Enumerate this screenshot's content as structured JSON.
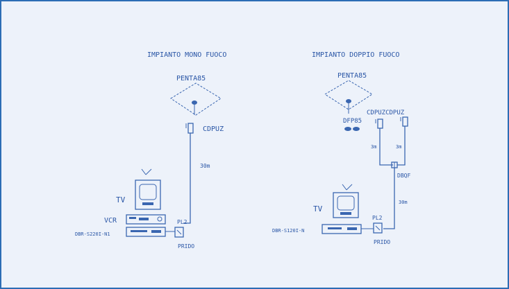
{
  "colors": {
    "ink": "#2a56a6",
    "border": "#2c6db5",
    "background": "#edf2fa"
  },
  "mono": {
    "title": "IMPIANTO MONO FUOCO",
    "dish": "PENTA85",
    "lnb": "CDPUZ",
    "cable": "30m",
    "tv": "TV",
    "vcr": "VCR",
    "receiver": "DBR-S220I-N1",
    "pl2": "PL2",
    "prise": "PRIDO"
  },
  "dual": {
    "title": "IMPIANTO DOPPIO FUOCO",
    "dish": "PENTA85",
    "lnb_pair": "CDPUZCDPUZ",
    "bracket": "DFP85",
    "cable_a": "3m",
    "cable_b": "3m",
    "switch": "DBQF",
    "cable_main": "30m",
    "tv": "TV",
    "receiver": "DBR-S120I-N",
    "pl2": "PL2",
    "prise": "PRIDO"
  }
}
